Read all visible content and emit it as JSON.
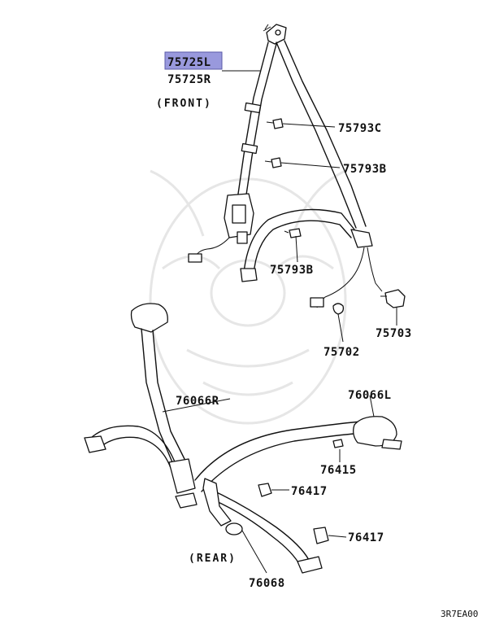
{
  "diagram": {
    "section_labels": {
      "front": "(FRONT)",
      "rear": "(REAR)"
    },
    "parts": {
      "p75725L": "75725L",
      "p75725R": "75725R",
      "p75793C": "75793C",
      "p75793B_upper": "75793B",
      "p75793B_lower": "75793B",
      "p75703": "75703",
      "p75702": "75702",
      "p76066R": "76066R",
      "p76066L": "76066L",
      "p76415": "76415",
      "p76417_upper": "76417",
      "p76417_lower": "76417",
      "p76068": "76068"
    },
    "highlight_color": "#9999dd",
    "figure_code": "3R7EA00"
  }
}
